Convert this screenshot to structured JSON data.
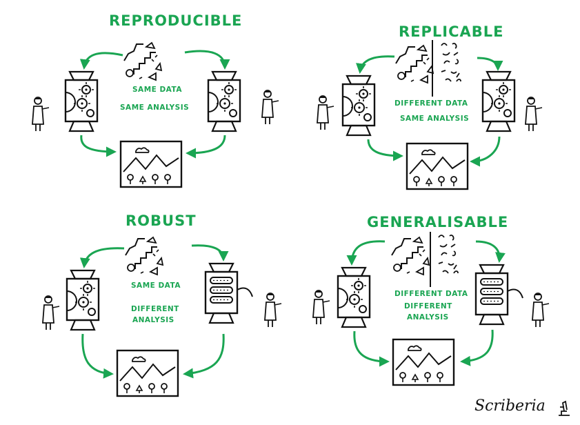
{
  "colors": {
    "accent": "#1aa552",
    "ink": "#111111"
  },
  "credit": "Scriberia",
  "panels": [
    {
      "title": "REPRODUCIBLE",
      "line1": "SAME DATA",
      "line2": "SAME ANALYSIS",
      "line3": ""
    },
    {
      "title": "REPLICABLE",
      "line1": "DIFFERENT DATA",
      "line2": "SAME ANALYSIS",
      "line3": ""
    },
    {
      "title": "ROBUST",
      "line1": "SAME DATA",
      "line2": "DIFFERENT",
      "line3": "ANALYSIS"
    },
    {
      "title": "GENERALISABLE",
      "line1": "DIFFERENT DATA",
      "line2": "DIFFERENT",
      "line3": "ANALYSIS"
    }
  ],
  "icons": [
    "data-blocks-icon",
    "machine-gears-icon",
    "machine-conveyor-icon",
    "scientist-icon",
    "landscape-picture-icon",
    "arrow-icon",
    "microscope-icon"
  ]
}
